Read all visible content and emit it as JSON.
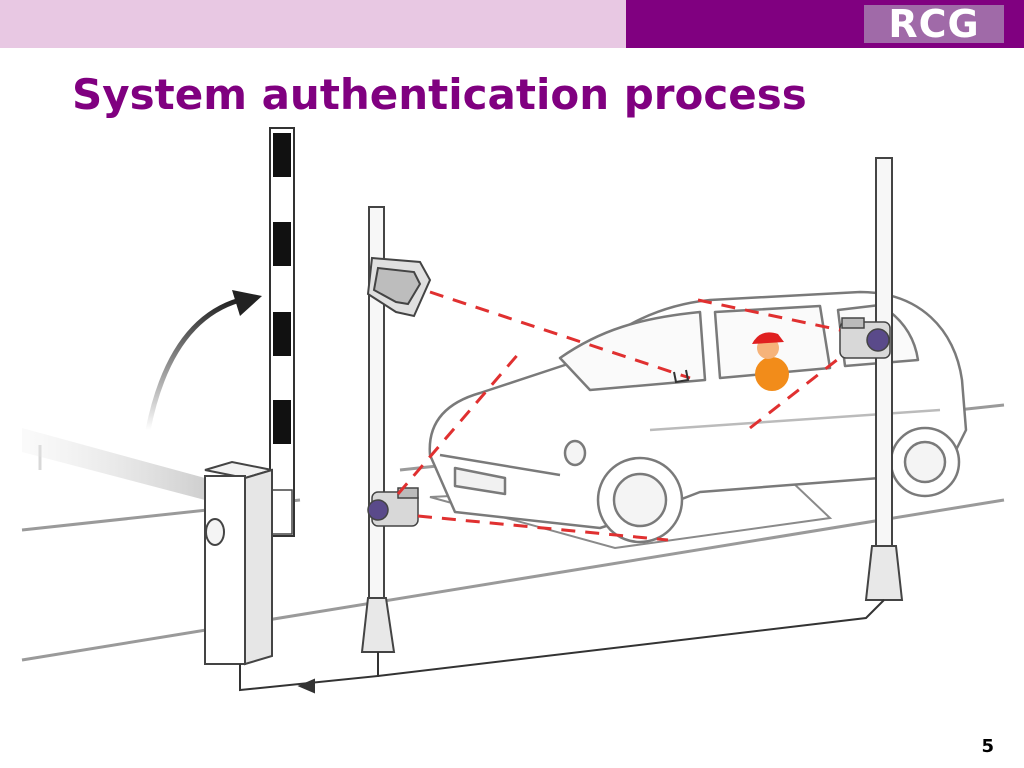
{
  "header": {
    "logo_text": "RCG",
    "band_left_color": "#e8c8e3",
    "band_right_color": "#800080"
  },
  "slide": {
    "title": "System authentication process",
    "title_color": "#800080",
    "page_number": "5"
  },
  "illustration": {
    "elements": [
      "boom-barrier",
      "barrier-control-box",
      "display-screen",
      "camera-front",
      "camera-rear",
      "car",
      "driver-icon",
      "pole-left",
      "pole-right",
      "ground-wiring"
    ],
    "dashed_line_color": "#e03030"
  }
}
